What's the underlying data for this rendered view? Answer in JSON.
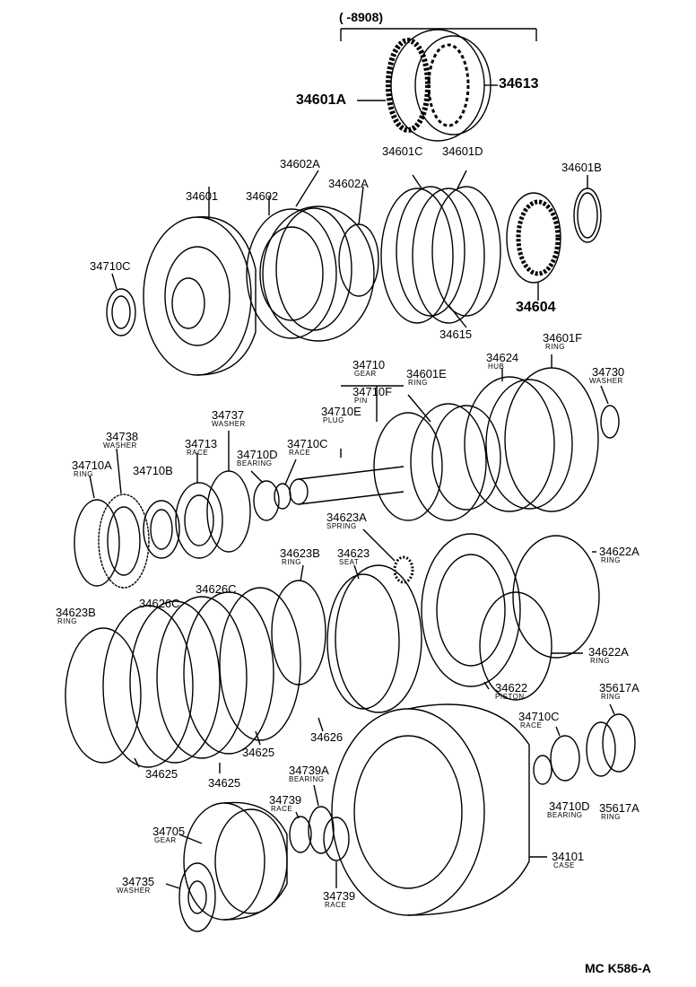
{
  "header": {
    "range": "(      -8908)"
  },
  "labels": {
    "p34601A": "34601A",
    "p34613": "34613",
    "p34601": "34601",
    "p34602": "34602",
    "p34602A_1": "34602A",
    "p34602A_2": "34602A",
    "p34601C": "34601C",
    "p34601D": "34601D",
    "p34601B": "34601B",
    "p34710C_1": "34710C",
    "p34604": "34604",
    "p34615": "34615",
    "p34710": "34710",
    "p34710_sub": "GEAR",
    "p34601E": "34601E",
    "p34601E_sub": "RING",
    "p34710F": "34710F",
    "p34710F_sub": "PIN",
    "p34710E": "34710E",
    "p34710E_sub": "PLUG",
    "p34624": "34624",
    "p34624_sub": "HUB",
    "p34601F": "34601F",
    "p34601F_sub": "RING",
    "p34730": "34730",
    "p34730_sub": "WASHER",
    "p34737": "34737",
    "p34737_sub": "WASHER",
    "p34738": "34738",
    "p34738_sub": "WASHER",
    "p34713": "34713",
    "p34713_sub": "RACE",
    "p34710D_1": "34710D",
    "p34710D_1_sub": "BEARING",
    "p34710C_2": "34710C",
    "p34710C_2_sub": "RACE",
    "p34710A": "34710A",
    "p34710A_sub": "RING",
    "p34710B": "34710B",
    "p34623A": "34623A",
    "p34623A_sub": "SPRING",
    "p34623B_1": "34623B",
    "p34623B_1_sub": "RING",
    "p34623": "34623",
    "p34623_sub": "SEAT",
    "p34622A_1": "34622A",
    "p34622A_1_sub": "RING",
    "p34623B_2": "34623B",
    "p34623B_2_sub": "RING",
    "p34626C_1": "34626C",
    "p34626C_2": "34626C",
    "p34622A_2": "34622A",
    "p34622A_2_sub": "RING",
    "p34622": "34622",
    "p34622_sub": "PISTON",
    "p35617A_1": "35617A",
    "p35617A_1_sub": "RING",
    "p34626": "34626",
    "p34625_1": "34625",
    "p34625_2": "34625",
    "p34625_3": "34625",
    "p34710C_3": "34710C",
    "p34710C_3_sub": "RACE",
    "p34739A": "34739A",
    "p34739A_sub": "BEARING",
    "p34739_1": "34739",
    "p34739_1_sub": "RACE",
    "p34705": "34705",
    "p34705_sub": "GEAR",
    "p34735": "34735",
    "p34735_sub": "WASHER",
    "p34739_2": "34739",
    "p34739_2_sub": "RACE",
    "p34101": "34101",
    "p34101_sub": "CASE",
    "p34710D_2": "34710D",
    "p34710D_2_sub": "BEARING",
    "p35617A_2": "35617A",
    "p35617A_2_sub": "RING"
  },
  "footer": {
    "code": "MC K586-A"
  }
}
